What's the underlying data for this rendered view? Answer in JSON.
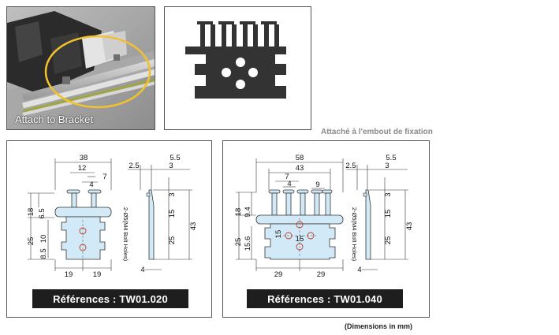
{
  "photo": {
    "caption": "Attach to Bracket"
  },
  "attach_note": "Attaché à l'embout de fixation",
  "dims_note": "(Dimensions in mm)",
  "colors": {
    "part_fill": "#d2e9f7",
    "ref_bar_bg": "#1e1e1e",
    "highlight_ring": "#f2c12e",
    "icon_fill": "#333333"
  },
  "drawing1": {
    "reference": "Références : TW01.020",
    "dims": {
      "width": "38",
      "inner_width": "12",
      "slot_gap": "4",
      "tooth_w": "7",
      "height_teeth": "18",
      "tooth_len": "6.5",
      "body_height": "25",
      "hole_pitch": "10",
      "bottom_offset": "8.5",
      "half_left": "19",
      "half_right": "19",
      "bolt_note": "2-Ø5(M4 Bolt Holes)",
      "side_top_1": "2.5",
      "side_top_2": "3",
      "side_top_3": "5.5",
      "side_v3": "3",
      "side_v15": "15",
      "side_v25": "25",
      "side_v43": "43",
      "side_bottom": "4"
    }
  },
  "drawing2": {
    "reference": "Références : TW01.040",
    "dims": {
      "width": "58",
      "inner_width": "43",
      "tooth_w": "7",
      "slot_gap": "4",
      "pitch": "9",
      "height_teeth": "18",
      "tooth_len": "9.4",
      "body_height": "25",
      "bottom_offset": "15.6",
      "hole_v": "15",
      "hole_h": "15",
      "half_left": "29",
      "half_right": "29",
      "bolt_note": "2-Ø5(M4 Bolt Holes)",
      "side_top_1": "2.5",
      "side_top_2": "3",
      "side_top_3": "5.5",
      "side_v3": "3",
      "side_v15": "15",
      "side_v25": "25",
      "side_v43": "43",
      "side_bottom": "4"
    }
  }
}
